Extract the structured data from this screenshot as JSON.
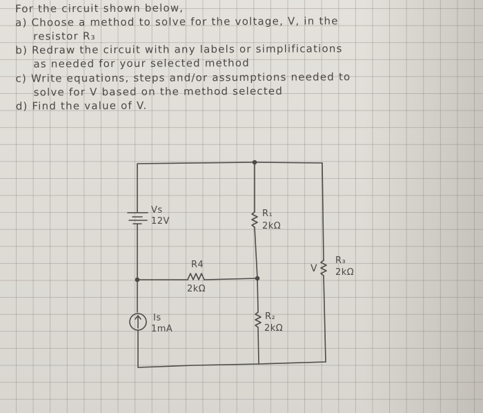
{
  "problem": {
    "lines": [
      "For the circuit shown below,",
      "a) Choose a method to solve for the voltage, V, in the",
      "resistor R₃",
      "b) Redraw the circuit with any labels or simplifications",
      "as needed for your selected method",
      "c) Write equations, steps and/or assumptions needed to",
      "solve for V based on the method selected",
      "d) Find the value of V."
    ]
  },
  "circuit": {
    "voltage_source": {
      "name": "Vs",
      "value": "12V"
    },
    "current_source": {
      "name": "Is",
      "value": "1mA",
      "direction": "up"
    },
    "r1": {
      "name": "R₁",
      "value": "2kΩ"
    },
    "r2": {
      "name": "R₂",
      "value": "2kΩ"
    },
    "r3": {
      "name": "R₃",
      "value": "2kΩ",
      "voltage_label": "V"
    },
    "r4": {
      "name": "R4",
      "value": "2kΩ"
    }
  },
  "colors": {
    "paper": "#e2dfd9",
    "ink": "#4a4845",
    "grid": "#9a9793"
  }
}
